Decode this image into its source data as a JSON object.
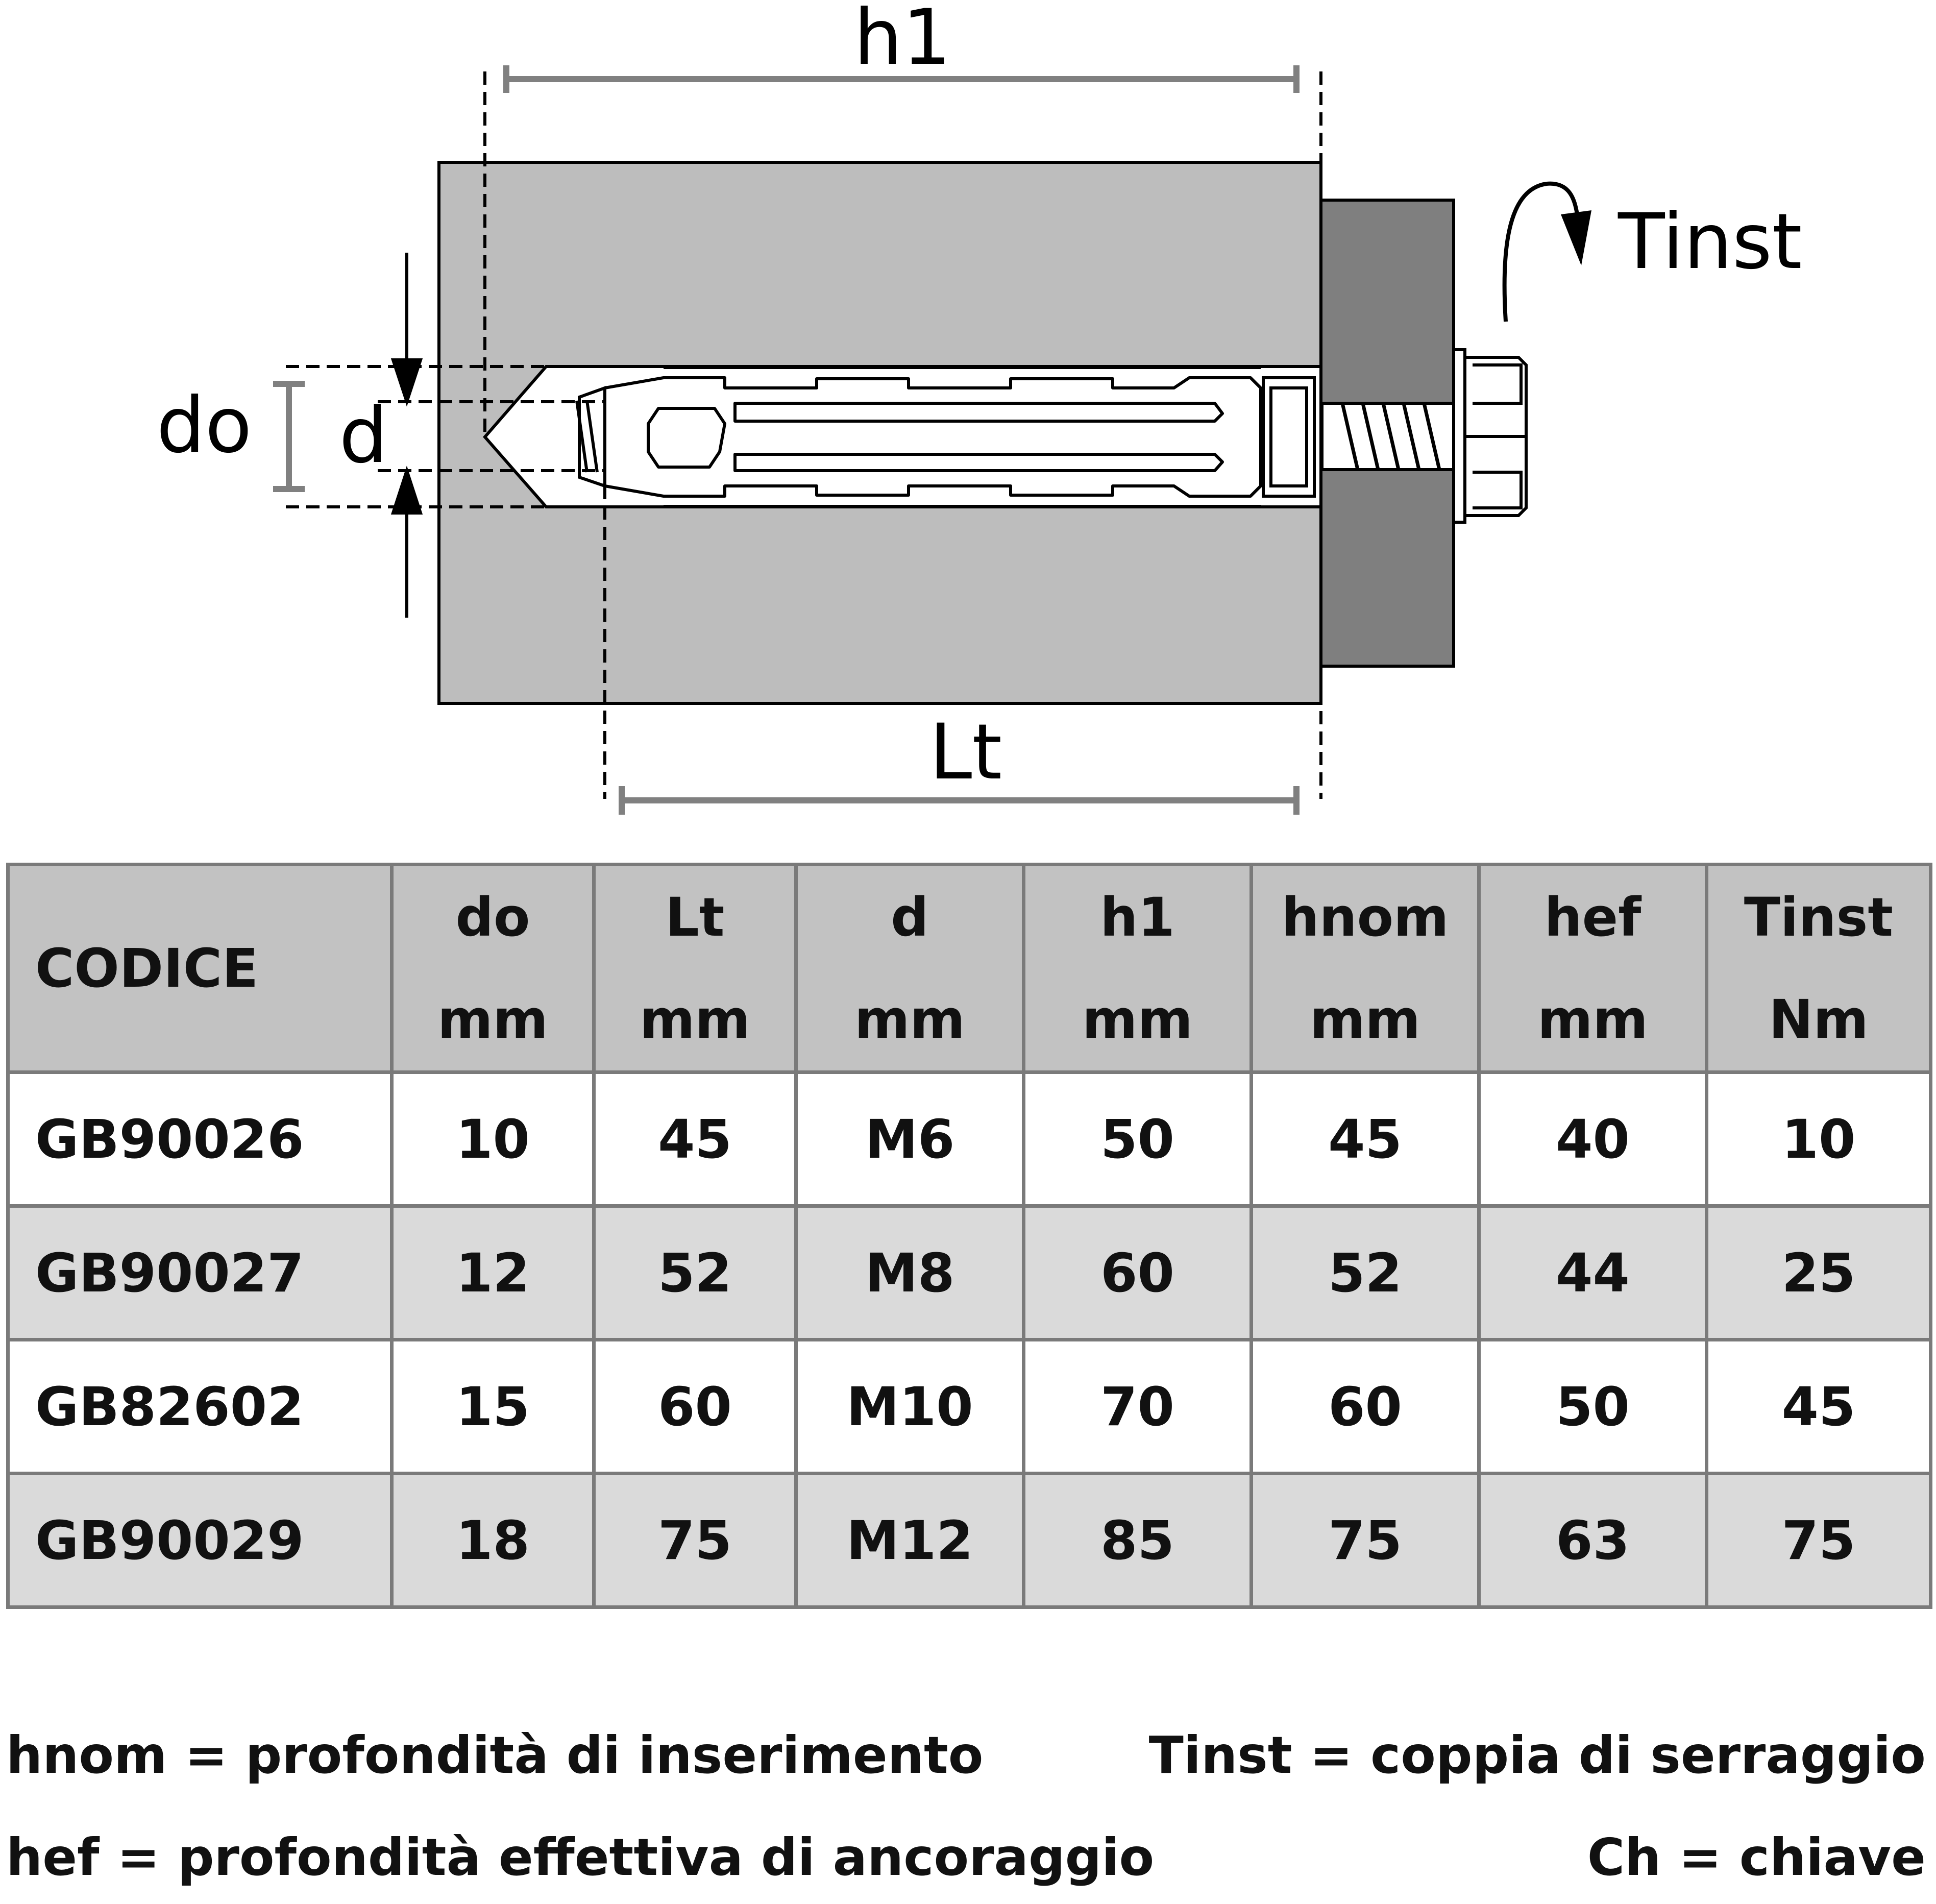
{
  "diagram": {
    "label_h1": "h1",
    "label_lt": "Lt",
    "label_do": "do",
    "label_d": "d",
    "label_tinst": "Tinst"
  },
  "table": {
    "headers": [
      {
        "line1": "CODICE",
        "line2": ""
      },
      {
        "line1": "do",
        "line2": "mm"
      },
      {
        "line1": "Lt",
        "line2": "mm"
      },
      {
        "line1": "d",
        "line2": "mm"
      },
      {
        "line1": "h1",
        "line2": "mm"
      },
      {
        "line1": "hnom",
        "line2": "mm"
      },
      {
        "line1": "hef",
        "line2": "mm"
      },
      {
        "line1": "Tinst",
        "line2": "Nm"
      }
    ],
    "rows": [
      [
        "GB90026",
        "10",
        "45",
        "M6",
        "50",
        "45",
        "40",
        "10"
      ],
      [
        "GB90027",
        "12",
        "52",
        "M8",
        "60",
        "52",
        "44",
        "25"
      ],
      [
        "GB82602",
        "15",
        "60",
        "M10",
        "70",
        "60",
        "50",
        "45"
      ],
      [
        "GB90029",
        "18",
        "75",
        "M12",
        "85",
        "75",
        "63",
        "75"
      ]
    ]
  },
  "legend": {
    "hnom": "hnom = profondità di inserimento",
    "hef": "hef = profondità effettiva di ancoraggio",
    "tinst": "Tinst = coppia di serraggio",
    "ch": "Ch = chiave"
  },
  "colors": {
    "concrete": "#bdbdbd",
    "fixture_plate": "#7f7f7f",
    "dimension_line": "#808080",
    "anchor_fill": "#ffffff",
    "header_row": "#c2c2c2",
    "alt_row": "#dadada"
  }
}
